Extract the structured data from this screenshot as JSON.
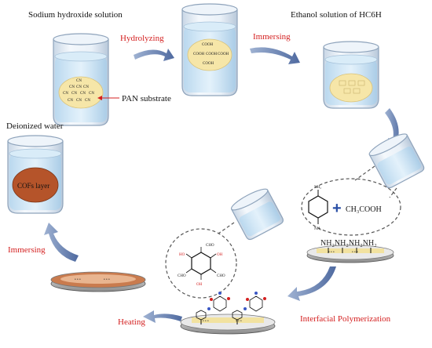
{
  "labels": {
    "naoh": "Sodium hydroxide solution",
    "ethanol": "Ethanol solution of HC6H",
    "deionized": "Deionized water",
    "pan": "PAN substrate",
    "cofs": "COFs layer",
    "nh2_row": "NH₂NH₂NH₂NH₂"
  },
  "steps": {
    "hydrolyzing": "Hydrolyzing",
    "immersing_1": "Immersing",
    "immersing_2": "Immersing",
    "heating": "Heating",
    "interfacial": "Interfacial Polymerization"
  },
  "chem": {
    "acetic": "CH₃COOH",
    "cn": "CN",
    "cooh": "COOH",
    "nh2": "NH₂",
    "cho": "CHO",
    "oh": "HO",
    "oh_r": "OH"
  },
  "colors": {
    "step_red": "#d42020",
    "arrow_blue": "#5a74a8",
    "water": "#cfe6f6",
    "pan_fill": "#f6e6a8",
    "cofs_fill": "#b5542a"
  }
}
